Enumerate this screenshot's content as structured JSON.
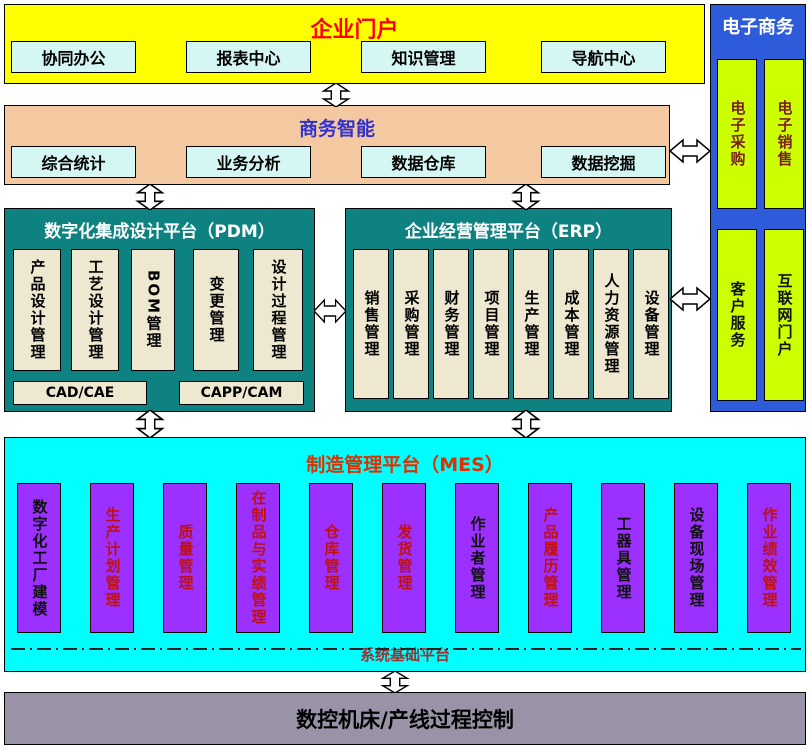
{
  "palette": {
    "portal_bg": "#FFFF00",
    "portal_title": "#FF0000",
    "bi_bg": "#F4C9A1",
    "bi_title": "#3333CC",
    "platform_bg": "#0E8280",
    "platform_title": "#FFFFFF",
    "inner_box_bg": "#EEE8D0",
    "small_box_bg": "#D5F7F4",
    "ecommerce_bg": "#2E5BDA",
    "ecommerce_title": "#FFFFFF",
    "ecommerce_box_bg": "#CCFF00",
    "mes_bg": "#00FFFF",
    "mes_title": "#E03000",
    "mes_box_bg": "#9B30FF",
    "control_bg": "#9A93A8"
  },
  "portal": {
    "title": "企业门户",
    "items": [
      "协同办公",
      "报表中心",
      "知识管理",
      "导航中心"
    ]
  },
  "bi": {
    "title": "商务智能",
    "items": [
      "综合统计",
      "业务分析",
      "数据仓库",
      "数据挖掘"
    ]
  },
  "ecommerce": {
    "title": "电子商务",
    "items": [
      {
        "label": "电子采购",
        "color": "#7B1F1F"
      },
      {
        "label": "电子销售",
        "color": "#7B1F1F"
      },
      {
        "label": "客户服务",
        "color": "#111111"
      },
      {
        "label": "互联网门户",
        "color": "#111111"
      }
    ]
  },
  "pdm": {
    "title": "数字化集成设计平台（PDM）",
    "items": [
      "产品设计管理",
      "工艺设计管理",
      "BOM管理",
      "变更管理",
      "设计过程管理"
    ],
    "tools": [
      "CAD/CAE",
      "CAPP/CAM"
    ]
  },
  "erp": {
    "title": "企业经营管理平台（ERP）",
    "items": [
      "销售管理",
      "采购管理",
      "财务管理",
      "项目管理",
      "生产管理",
      "成本管理",
      "人力资源管理",
      "设备管理"
    ]
  },
  "mes": {
    "title": "制造管理平台（MES）",
    "base_label": "系统基础平台",
    "base_label_color": "#993333",
    "items": [
      {
        "label": "数字化工厂建模",
        "color": "#111111"
      },
      {
        "label": "生产计划管理",
        "color": "#C01010"
      },
      {
        "label": "质量管理",
        "color": "#C01010"
      },
      {
        "label": "在制品与实绩管理",
        "color": "#C01010"
      },
      {
        "label": "仓库管理",
        "color": "#C01010"
      },
      {
        "label": "发货管理",
        "color": "#C01010"
      },
      {
        "label": "作业者管理",
        "color": "#111111"
      },
      {
        "label": "产品履历管理",
        "color": "#C01010"
      },
      {
        "label": "工器具管理",
        "color": "#111111"
      },
      {
        "label": "设备现场管理",
        "color": "#111111"
      },
      {
        "label": "作业绩效管理",
        "color": "#C01010"
      }
    ]
  },
  "control": {
    "label": "数控机床/产线过程控制"
  }
}
